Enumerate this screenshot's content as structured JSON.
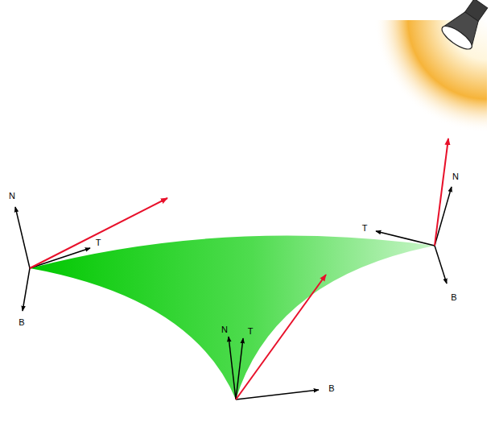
{
  "diagram": {
    "labels": [
      "N",
      "T",
      "B",
      "N",
      "T",
      "B",
      "N",
      "T",
      "B"
    ]
  }
}
